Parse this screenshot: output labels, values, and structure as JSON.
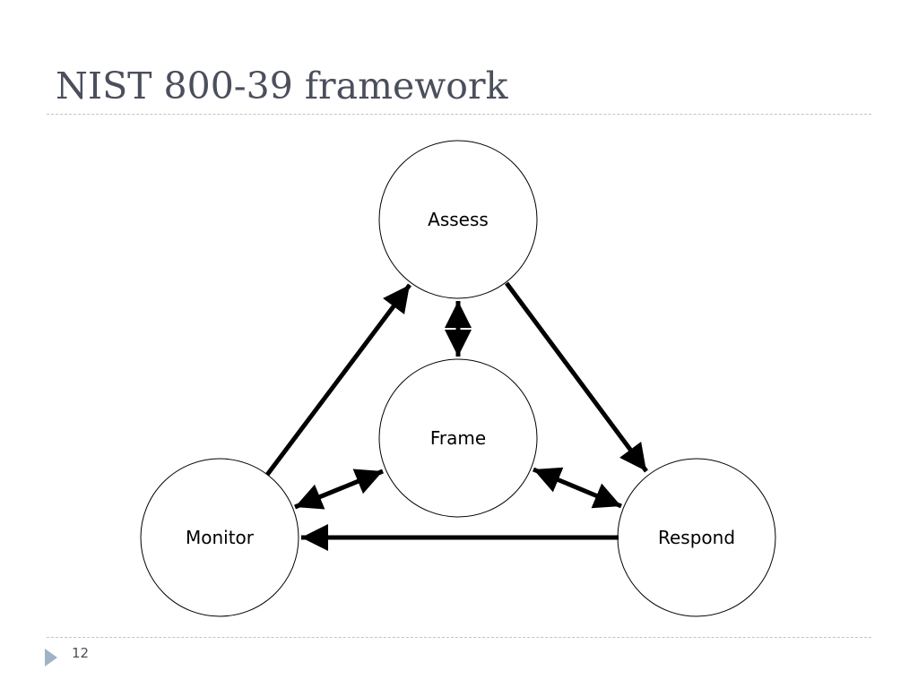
{
  "slide": {
    "title": "NIST 800-39 framework",
    "page_number": "12"
  },
  "diagram": {
    "nodes": {
      "assess": "Assess",
      "frame": "Frame",
      "monitor": "Monitor",
      "respond": "Respond"
    }
  }
}
